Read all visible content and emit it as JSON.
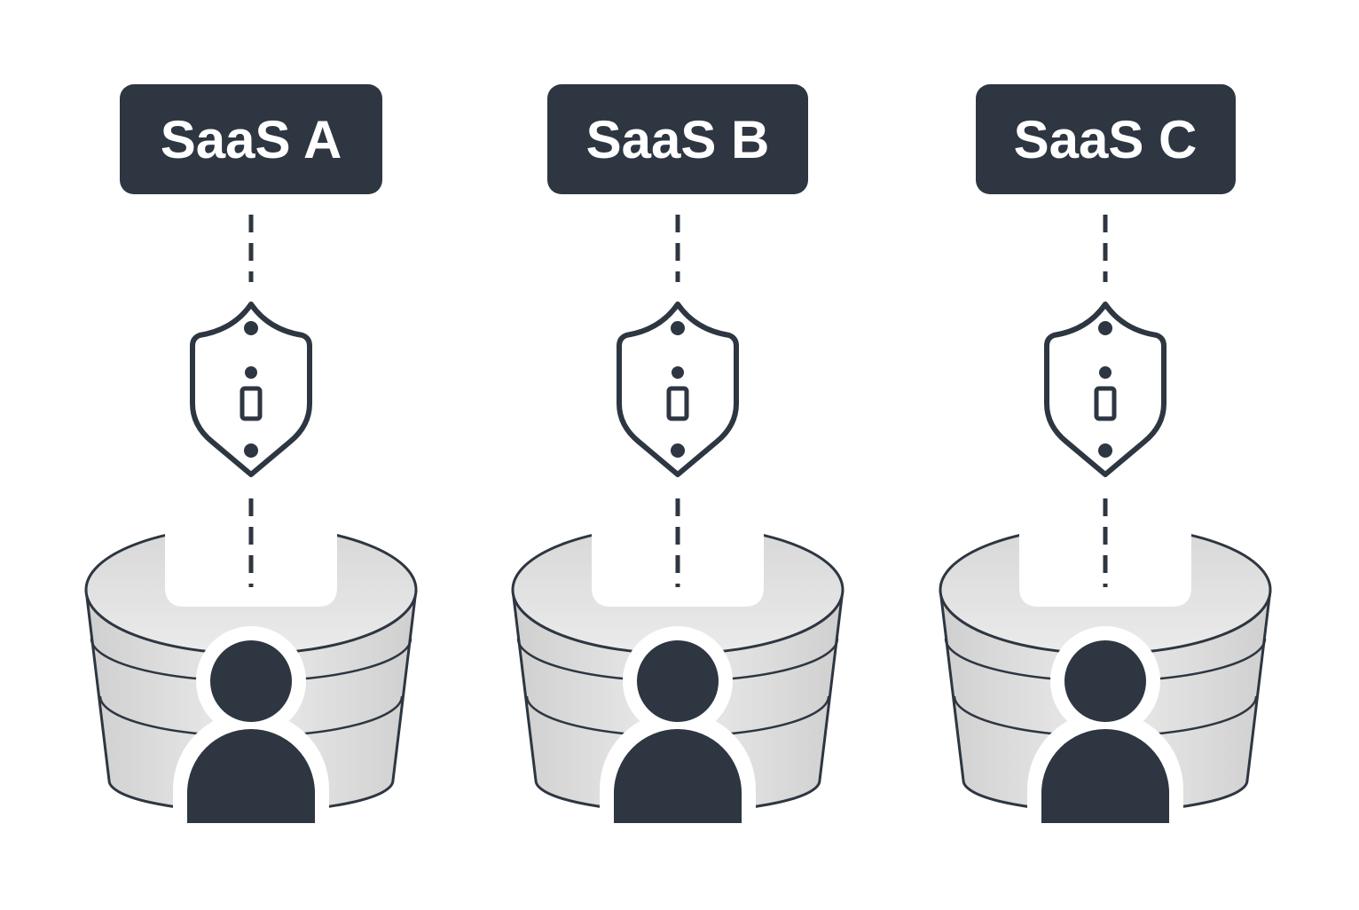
{
  "colors": {
    "dark": "#2d3641",
    "background": "#ffffff",
    "database_fill": "#e2e2e2",
    "database_top": "#d2d2d2",
    "label_text": "#ffffff"
  },
  "icons": {
    "connector": "dashed-line",
    "security": "shield-icon",
    "storage": "database-icon",
    "owner": "user-icon"
  },
  "columns": [
    {
      "label": "SaaS A"
    },
    {
      "label": "SaaS B"
    },
    {
      "label": "SaaS C"
    }
  ]
}
